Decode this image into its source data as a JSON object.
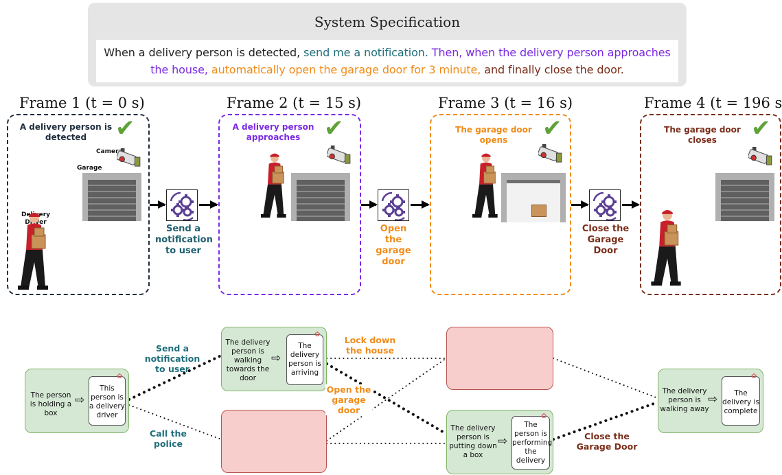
{
  "spec": {
    "title": "System Specification",
    "part1": "When a delivery person is detected, ",
    "part2": "send me a notification.",
    "part3": " Then, when the delivery person approaches the house,",
    "part4": " automatically open the garage door for 3 minute,",
    "part5": " and finally close the door."
  },
  "frames": [
    {
      "title": "Frame 1 (t = 0 s)",
      "caption": "A delivery person is detected",
      "color": "#1f2d3d",
      "labels": {
        "camera": "Camera",
        "garage": "Garage",
        "driver": "Delivery Driver"
      }
    },
    {
      "title": "Frame 2 (t = 15 s)",
      "caption": "A delivery person approaches",
      "color": "#7b2be2"
    },
    {
      "title": "Frame 3 (t = 16 s)",
      "caption": "The garage door opens",
      "color": "#f08c1a"
    },
    {
      "title": "Frame 4 (t = 196 s)",
      "caption": "The garage door closes",
      "color": "#7a2e1a"
    }
  ],
  "actions": [
    {
      "label": "Send a notification to user",
      "color": "#1f5f6e"
    },
    {
      "label": "Open the garage door",
      "color": "#f08c1a"
    },
    {
      "label": "Close the Garage Door",
      "color": "#7a2e1a"
    }
  ],
  "tree": {
    "n0": {
      "left": "The person is holding a box",
      "right": "This person is a delivery driver"
    },
    "n1": {
      "left": "The delivery person is walking towards the door",
      "right": "The delivery person is arriving"
    },
    "n3": {
      "left": "The delivery person is putting down a box",
      "right": "The person is performing the delivery"
    },
    "n4": {
      "left": "The delivery person is walking away",
      "right": "The delivery is complete"
    },
    "edges": {
      "send": "Send a notification to user",
      "police": "Call the police",
      "lock": "Lock down the house",
      "open": "Open the garage door",
      "close": "Close the Garage Door"
    }
  },
  "colors": {
    "teal": "#1f6e7a",
    "purple": "#7b2be2",
    "orange": "#f08c1a",
    "brown": "#7a2e1a",
    "check": "#5fa238"
  }
}
